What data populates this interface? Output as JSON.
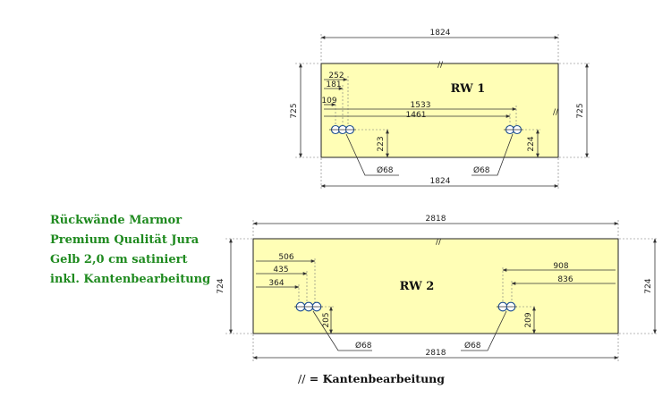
{
  "notes": [
    "Rückwände Marmor",
    "Premium Qualität Jura",
    "Gelb 2,0 cm satiniert",
    "inkl. Kantenbearbeitung"
  ],
  "legend": {
    "symbol": "//",
    "text": "= Kantenbearbeitung"
  },
  "colors": {
    "panel_fill": "#fffeb6",
    "note_green": "#1f8a1f",
    "hole_blue": "#1c4d8f"
  },
  "panels": [
    {
      "label": "RW 1",
      "width": "1824",
      "width_bottom": "1824",
      "height_left": "725",
      "height_right": "725",
      "edge_mark_top": "//",
      "edge_mark_right": "//",
      "left_dims": [
        "252",
        "181",
        "109"
      ],
      "center_dims": [
        "1533",
        "1461"
      ],
      "hole_height_left": "223",
      "hole_height_right": "224",
      "hole_dia_left": "Ø68",
      "hole_dia_right": "Ø68"
    },
    {
      "label": "RW 2",
      "width": "2818",
      "width_bottom": "2818",
      "height_left": "724",
      "height_right": "724",
      "edge_mark_top": "//",
      "left_dims": [
        "506",
        "435",
        "364"
      ],
      "right_dims": [
        "908",
        "836"
      ],
      "hole_height_left": "205",
      "hole_height_right": "209",
      "hole_dia_left": "Ø68",
      "hole_dia_right": "Ø68"
    }
  ]
}
